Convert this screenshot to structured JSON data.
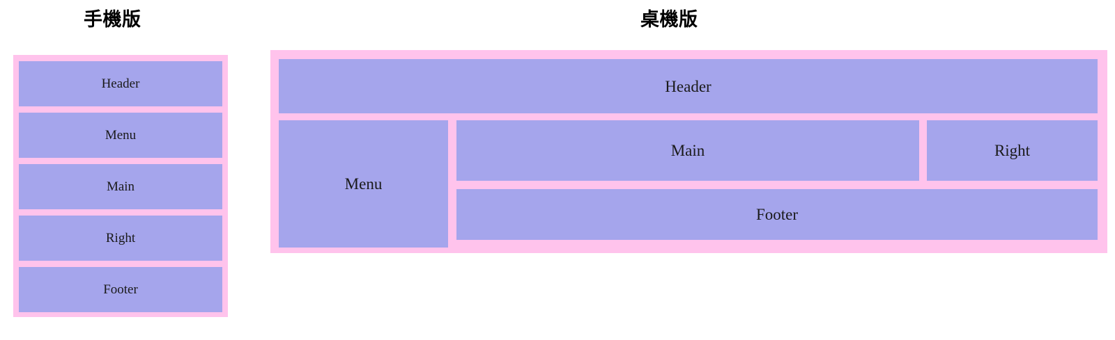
{
  "page": {
    "background_color": "#ffffff",
    "frame_color": "#ffc3ec",
    "block_color": "#a5a5ec",
    "text_color": "#1a1a1a"
  },
  "mobile": {
    "title": "手機版",
    "blocks": [
      {
        "label": "Header"
      },
      {
        "label": "Menu"
      },
      {
        "label": "Main"
      },
      {
        "label": "Right"
      },
      {
        "label": "Footer"
      }
    ]
  },
  "desktop": {
    "title": "桌機版",
    "blocks": [
      {
        "label": "Header"
      },
      {
        "label": "Menu"
      },
      {
        "label": "Main"
      },
      {
        "label": "Right"
      },
      {
        "label": "Footer"
      }
    ]
  }
}
